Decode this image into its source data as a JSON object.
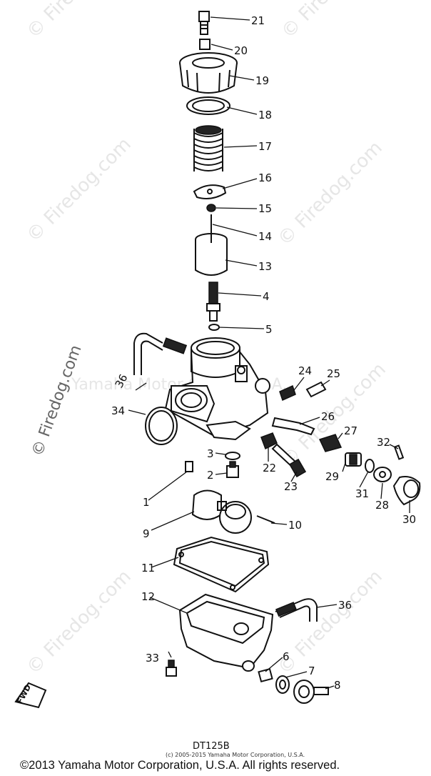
{
  "watermark": {
    "text": "© Firedog.com"
  },
  "watermark_brand": {
    "text": "Yamaha Motor Corp., U.S.A."
  },
  "callouts": [
    "21",
    "20",
    "19",
    "18",
    "17",
    "16",
    "15",
    "14",
    "13",
    "4",
    "5",
    "24",
    "25",
    "26",
    "27",
    "32",
    "36",
    "34",
    "3",
    "22",
    "2",
    "23",
    "29",
    "31",
    "28",
    "30",
    "1",
    "9",
    "10",
    "11",
    "12",
    "36",
    "33",
    "6",
    "7",
    "8"
  ],
  "fwd_label": "FWD",
  "model_code": "DT125B",
  "small_copyright": "(c) 2005-2015 Yamaha Motor Corporation, U.S.A.",
  "footer_copyright": "©2013 Yamaha Motor Corporation, U.S.A. All rights reserved."
}
